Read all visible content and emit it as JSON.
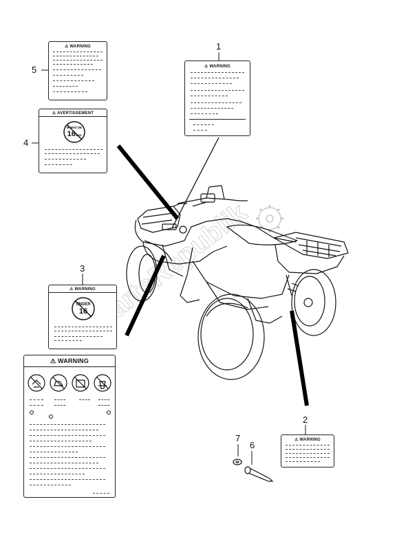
{
  "callouts": {
    "n1": "1",
    "n2": "2",
    "n3": "3",
    "n4": "4",
    "n5": "5",
    "n6": "6",
    "n7": "7"
  },
  "labels": {
    "label1_header": "WARNING",
    "label2_header": "WARNING",
    "label3_header": "WARNING",
    "label3_symbol_top": "UNDER",
    "label3_symbol_num": "16",
    "label4_header": "AVERTISSEMENT",
    "label4_symbol_top": "MOINS DE",
    "label4_symbol_num": "16",
    "label4_symbol_unit": "ANS",
    "label5_header": "WARNING",
    "big_label_header": "WARNING"
  },
  "watermark": "PartsRepublik"
}
